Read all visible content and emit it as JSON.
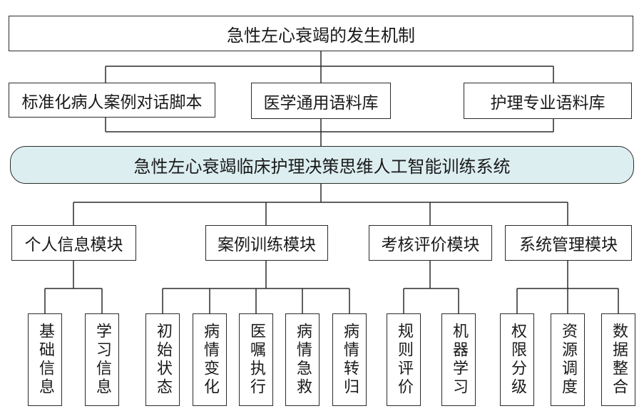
{
  "title": "急性左心衰竭的发生机制",
  "sources": {
    "script": "标准化病人案例对话脚本",
    "medical_corpus": "医学通用语料库",
    "nursing_corpus": "护理专业语料库"
  },
  "system": "急性左心衰竭临床护理决策思维人工智能训练系统",
  "modules": [
    {
      "label": "个人信息模块",
      "children": [
        "基础信息",
        "学习信息"
      ]
    },
    {
      "label": "案例训练模块",
      "children": [
        "初始状态",
        "病情变化",
        "医嘱执行",
        "病情急救",
        "病情转归"
      ]
    },
    {
      "label": "考核评价模块",
      "children": [
        "规则评价",
        "机器学习"
      ]
    },
    {
      "label": "系统管理模块",
      "children": [
        "权限分级",
        "资源调度",
        "数据整合"
      ]
    }
  ],
  "colors": {
    "line": "#2b2b2b",
    "system_fill": "#dceef0",
    "box_fill": "#ffffff"
  }
}
